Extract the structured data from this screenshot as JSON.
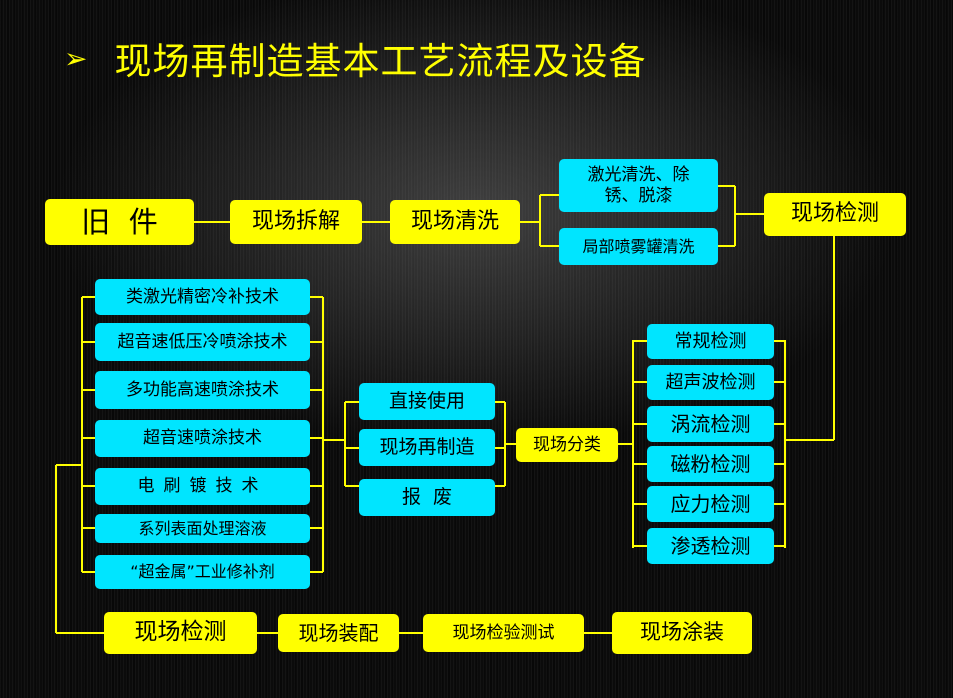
{
  "title": {
    "bullet": "➢",
    "text": "现场再制造基本工艺流程及设备"
  },
  "flow_top": {
    "old_parts": "旧  件",
    "disassembly": "现场拆解",
    "cleaning": "现场清洗",
    "laser_clean": "激光清洗、除锈、脱漆",
    "local_spray": "局部喷雾罐清洗",
    "inspection": "现场检测"
  },
  "inspection_methods": [
    "常规检测",
    "超声波检测",
    "涡流检测",
    "磁粉检测",
    "应力检测",
    "渗透检测"
  ],
  "classification": {
    "label": "现场分类",
    "options": [
      "直接使用",
      "现场再制造",
      "报  废"
    ]
  },
  "remanufacture_tech": [
    "类激光精密冷补技术",
    "超音速低压冷喷涂技术",
    "多功能高速喷涂技术",
    "超音速喷涂技术",
    "电刷镀技术",
    "系列表面处理溶液",
    "“超金属”工业修补剂"
  ],
  "flow_bottom": [
    "现场检测",
    "现场装配",
    "现场检验测试",
    "现场涂装"
  ],
  "colors": {
    "yellow": "#ffff00",
    "cyan": "#00e5ff",
    "line": "#ffff00",
    "text": "#000000"
  }
}
